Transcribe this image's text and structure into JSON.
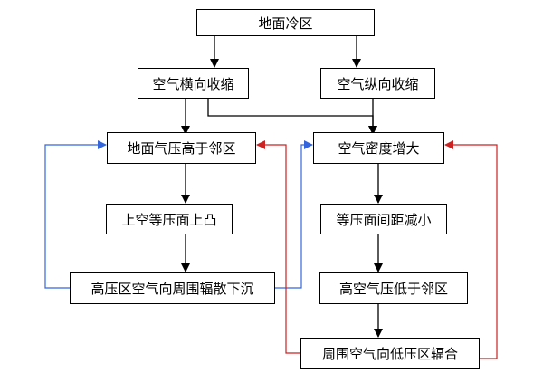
{
  "nodes": {
    "ground_cold": "地面冷区",
    "horizontal_shrink": "空气横向收缩",
    "vertical_shrink": "空气纵向收缩",
    "ground_pressure_high": "地面气压高于邻区",
    "density_increase": "空气密度增大",
    "upper_convex": "上空等压面上凸",
    "isobar_distance_decrease": "等压面间距减小",
    "high_pressure_divergence": "高压区空气向周围辐散下沉",
    "upper_pressure_low": "高空气压低于邻区",
    "convergence_to_low": "周围空气向低压区辐合"
  },
  "colors": {
    "arrow": "#000000",
    "feedback_left": "#3366dd",
    "feedback_right": "#cc2222"
  }
}
